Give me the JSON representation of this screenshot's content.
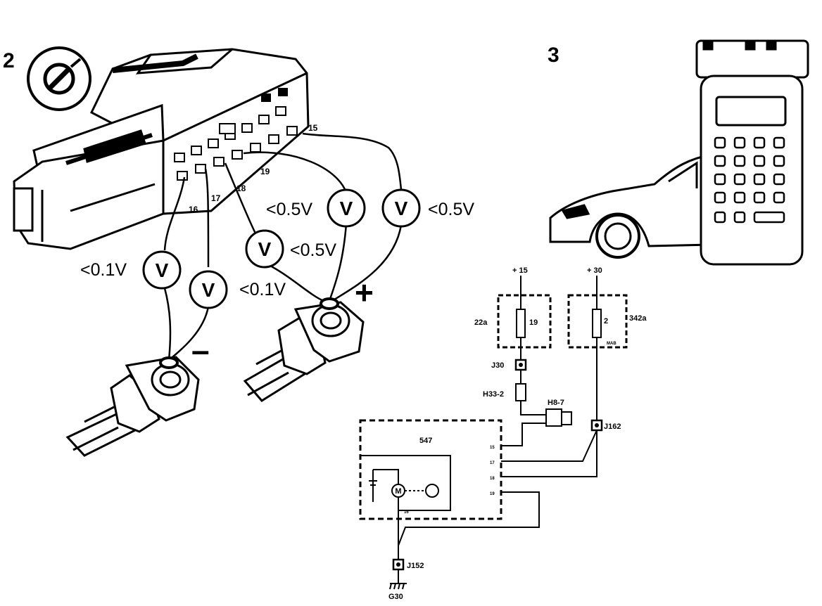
{
  "section_numbers": {
    "left": "2",
    "right": "3"
  },
  "connector_pins": {
    "p15": "15",
    "p16": "16",
    "p17": "17",
    "p18": "18",
    "p19": "19"
  },
  "voltmeter_symbol": "V",
  "measurements": {
    "m1": "<0.1V",
    "m2": "<0.1V",
    "m3": "<0.5V",
    "m4": "<0.5V",
    "m5": "<0.5V"
  },
  "polarity": {
    "negative": "–",
    "positive": "+"
  },
  "schematic": {
    "supply_15": "+ 15",
    "supply_30": "+ 30",
    "fuse_box_a": "22a",
    "fuse_a_num": "19",
    "fuse_box_b": "342a",
    "fuse_b_num": "2",
    "fuse_b_sub": "MAB",
    "j30": "J30",
    "h33": "H33-2",
    "h8": "H8-7",
    "j162": "J162",
    "module": "547",
    "pin15": "15",
    "pin17": "17",
    "pin18": "18",
    "pin19": "19",
    "pin16": "16",
    "motor": "M",
    "j152": "J152",
    "ground": "G30"
  },
  "colors": {
    "line": "#000000",
    "background": "#ffffff"
  }
}
